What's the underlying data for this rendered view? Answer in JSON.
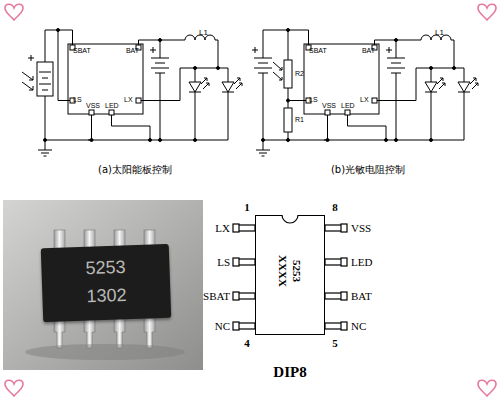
{
  "diagram": {
    "nodes": [
      {
        "text": [
          "SBAT",
          "BAT",
          "LS",
          "VSS",
          "LED",
          "LX"
        ]
      },
      {
        "text": [
          "SBAT",
          "BAT",
          "LS",
          "VSS",
          "LED",
          "LX"
        ]
      },
      {
        "text": [
          "5253",
          "XXXX"
        ]
      },
      {
        "text": [
          "5253",
          "1302"
        ]
      }
    ],
    "labels": [
      "L1",
      "(a)太阳能板控制",
      "R2",
      "R1",
      "L1",
      "(b)光敏电阻控制",
      "1",
      "8",
      "LX",
      "VSS",
      "LS",
      "LED",
      "SBAT",
      "BAT",
      "NC",
      "NC",
      "4",
      "5",
      "DIP8"
    ]
  }
}
